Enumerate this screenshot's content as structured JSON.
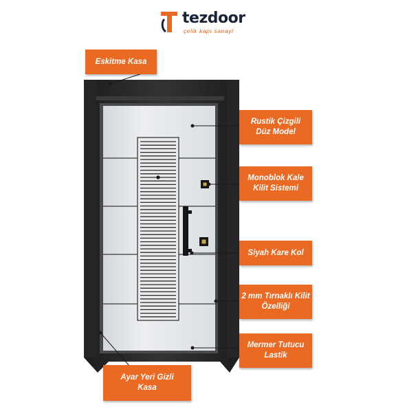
{
  "brand": {
    "name": "tezdoor",
    "tagline": "çelik kapı sanayi",
    "accent": "#ea6a24",
    "ink": "#1a2438"
  },
  "callouts": {
    "eskitme": "Eskitme Kasa",
    "rustik": "Rustik Çizgili\nDüz Model",
    "monoblok": "Monoblok Kale\nKilit Sistemi",
    "siyah": "Siyah Kare Kol",
    "tirnak": "2 mm Tırnaklı Kilit\nÖzelliği",
    "mermer": "Mermer Tutucu\nLastik",
    "ayar": "Ayar Yeri Gizli\nKasa"
  },
  "colors": {
    "frame": "#2b2b2d",
    "panel": "#e4e6e9",
    "hardware": "#161616"
  }
}
